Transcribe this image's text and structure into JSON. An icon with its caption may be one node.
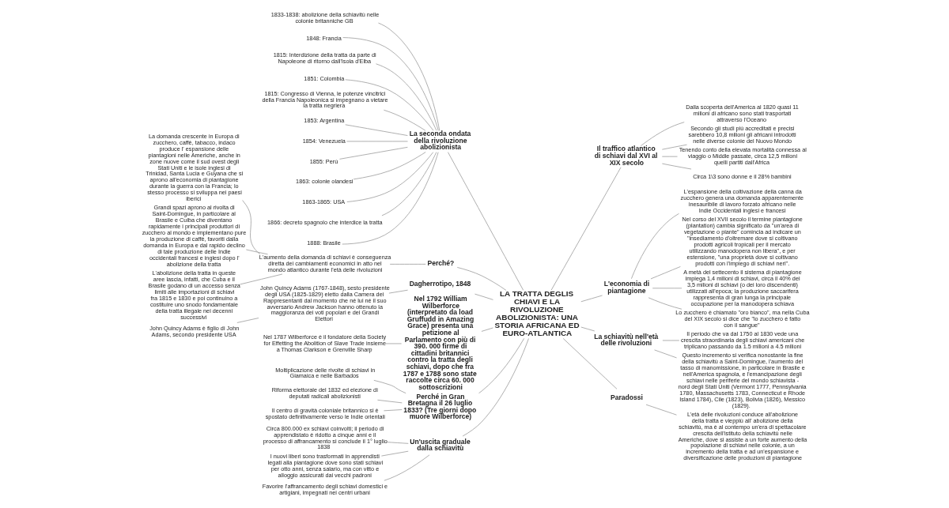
{
  "diagram": {
    "nodes": [
      {
        "text": [
          "LA TRATTA DEGLIS CHIAVI E LA RIVOLUZIONE ABOLIZIONISTA: UNA STORIA AFRICANA ED EURO-ATLANTICA"
        ]
      },
      {
        "text": [
          "La seconda ondata della rivoluzione abolizionista"
        ]
      },
      {
        "text": [
          "1833-1838: abolizione della schiavitù nelle colonie britanniche GB"
        ]
      },
      {
        "text": [
          "1848: Francia"
        ]
      },
      {
        "text": [
          "1815: Interdizione della tratta da parte di Napoleone di ritorno dall'Isola d'Elba"
        ]
      },
      {
        "text": [
          "1851: Colombia"
        ]
      },
      {
        "text": [
          "1815: Congresso di Vienna, le potenze vincitrici della Francia Napoleonica si impegnano a vietare la tratta negriera"
        ]
      },
      {
        "text": [
          "1853: Argentina"
        ]
      },
      {
        "text": [
          "1854: Venezuela"
        ]
      },
      {
        "text": [
          "1855: Perù"
        ]
      },
      {
        "text": [
          "1863: colonie olandesi"
        ]
      },
      {
        "text": [
          "1863-1865: USA"
        ]
      },
      {
        "text": [
          "1866: decreto spagnolo che interdice la tratta"
        ]
      },
      {
        "text": [
          "1888: Brasile"
        ]
      },
      {
        "text": [
          "Il traffico atlantico di schiavi dal XVI al XIX secolo"
        ]
      },
      {
        "text": [
          "Dalla scoperta dell'America al 1820 quasi 11 milioni di africano sono stati trasportati attraverso l'Oceano"
        ]
      },
      {
        "text": [
          "Secondo gli studi più accreditati e precisi sarebbero 10,8 milioni gli africani introdotti nelle diverse colonie del Nuovo Mondo"
        ]
      },
      {
        "text": [
          "Tenendo conto della elevata mortalità connessa al viaggio o Middle passate, circa 12,5 milioni quelli partiti dall'Africa"
        ]
      },
      {
        "text": [
          "Circa 1\\3 sono donne e il 28% bambini"
        ]
      },
      {
        "text": [
          "L'economia di piantagione"
        ]
      },
      {
        "text": [
          "L'espansione della coltivazione della canna da zucchero genera una domanda apparentemente inesauribile di lavoro forzato africano nelle Indie Occidentali inglesi e francesi"
        ]
      },
      {
        "text": [
          "Nel corso del XVII secolo il termine piantagione (plantation) cambia significato da \"un'area di vegetazione o piante\" comincia ad indicare un \"insediamento d'oltremare dove si coltivano prodotti agricoli tropicali per il mercato utilizzando manodopera non libera\", e per estensione, \"una proprietà dove si coltivano prodotti con l'impiego di schiavi neri\"."
        ]
      },
      {
        "text": [
          "A metà del settecento il sistema di piantagione impiega 1,4 milioni di schiavi, circa il 40% dei 3,5 milioni di schiavi (o dei loro discendenti) utilizzati all'epoca; la produzione saccarifera rappresenta di gran lunga la principale occupazione per la manodopera schiava"
        ]
      },
      {
        "text": [
          "Lo zucchero è chiamato \"oro bianco\", ma nella Cuba del XIX secolo si dice che \"lo zucchero è fatto con il sangue\""
        ]
      },
      {
        "text": [
          "La schiavitù nell'età delle rivoluzioni"
        ]
      },
      {
        "text": [
          "Il periodo che va dal 1750 al 1830 vede una crescita straordinaria degli schiavi americani che triplicano passando da 1.5 milioni a 4.5 milioni"
        ]
      },
      {
        "text": [
          "Questo incremento si verifica nonostante la fine della schiavitù a Saint-Domingue, l'aumento del tasso di manomissione, in particolare in Brasile e nell'America spagnola, e l'emancipazione degli schiavi nelle periferie del mondo schiavista - nord degli Stati Uniti (Vermont 1777, Pennsylvania 1780, Massachusetts 1783, Connecticut e Rhode Island 1784), Cile (1823), Bolivia (1826), Messico (1829)."
        ]
      },
      {
        "text": [
          "Perché?"
        ]
      },
      {
        "text": [
          "L'aumento della domanda di schiavi è conseguenza diretta dei cambiamenti economici in atto nel mondo atlantico durante l'età delle rivoluzioni"
        ]
      },
      {
        "text": [
          "La domanda crescente in Europa di zucchero, caffè, tabacco, indaco produce l' espansione delle piantagioni nelle Americhe, anche in zone nuove come il sud ovest degli Stati Uniti e le isole inglesi di Trinidad, Santa Lucia e Guyana che si aprono all'economia di piantagione durante la guerra con la Francia; lo stesso processo si sviluppa nei paesi iberici"
        ]
      },
      {
        "text": [
          "Grandi spazi aprono al rivolta di Saint-Domingue, in particolare al Brasile e Cuiba che diventano rapidamente i principali produttori di zucchero al mondo e implementano pure la produzione di caffè, favoriti dalla domanda in Europa e dal rapido declino di tale produzione delle Indie occidentali francesi e inglesi dopo l' abolizione della tratta"
        ]
      },
      {
        "text": [
          "L'abolizione della tratta in queste aree lascia, infatti, che Cuba e il Brasile godano di un accesso senza limiti alle importazioni di schiavi fra 1815 e 1830 e poi continuino a costituire uno snodo fondamentale della tratta illegale nei decenni successivi"
        ]
      },
      {
        "text": [
          "Paradossi"
        ]
      },
      {
        "text": [
          "L'età delle rivoluzioni conduce all'abolizione della tratta e vieppiù all' abolizione della schiavitù, ma è al contempo un'era di spettacolare crescita dell'istituto della schiavitù nelle Americhe, dove si assiste a un forte aumento della popolazione di schiavi nelle colonie, a un incremento della tratta e ad un'espansione e diversificazione delle produzioni di piantagione"
        ]
      },
      {
        "text": [
          "Dagherrotipo, 1848"
        ]
      },
      {
        "text": [
          "John Quincy Adams (1767-1848), sesto presidente degli USA (1825-1829) eletto dalla Camera dei Rappresentanti dal momento che né lui né il suo avversario Andrew Jackson hanno ottenuto la maggioranza dei voti popolari e dei Grandi Elettori"
        ]
      },
      {
        "text": [
          "John Quincy Adams è figlio di John Adams, secondo presidente USA"
        ]
      },
      {
        "text": [
          "Nel 1792 William Wilberforce (interpretato da load Gruffudd in Amazing Grace) presenta una petizione al Parlamento con più di 390. 000 firme di cittadini britannici contro la tratta degli schiavi, dopo che fra 1787 e 1788 sono state raccolte circa 60. 000 sottoscrizioni"
        ]
      },
      {
        "text": [
          "Nel 1787 Wilberforce è il fondatore della Society for Effetting the Abolition of Slave Trade insieme a Thomas Clarkson e Grenville Sharp"
        ]
      },
      {
        "text": [
          "Perché in Gran Bretagna il 26 luglio 1833? (Tre giorni dopo muore Wilberforce)"
        ]
      },
      {
        "text": [
          "Moltiplicazione delle rivolte di schiavi in Giamaica e nelle Barbados"
        ]
      },
      {
        "text": [
          "Riforma elettorale del 1832 ed elezione di deputati radicali abolizionisti"
        ]
      },
      {
        "text": [
          "Il centro di gravità coloniale britannico si è spostato definitivamente verso le Indie orientali"
        ]
      },
      {
        "text": [
          "Un'uscita graduale dalla schiavitù"
        ]
      },
      {
        "text": [
          "Circa 800.000 ex schiavi coinvolti; il periodo di apprendistato è ridotto a cinque anni e il processo di affrancamento si conclude il 1° luglio 1838"
        ]
      },
      {
        "text": [
          "I nuovi liberi sono trasformati in apprendisti legati alla piantagione dove sono stati schiavi per otto anni, senza salario, ma con vitto e alloggio assicurati dai vecchi padroni"
        ]
      },
      {
        "text": [
          "Favorire l'affrancamento degli schiavi domestici e artigiani, impegnati nei centri urbani"
        ]
      }
    ],
    "edges": [
      {
        "from": 1,
        "to": 0,
        "arrow": "none"
      },
      {
        "from": 2,
        "to": 1,
        "arrow": "none"
      },
      {
        "from": 3,
        "to": 1,
        "arrow": "none"
      },
      {
        "from": 4,
        "to": 1,
        "arrow": "none"
      },
      {
        "from": 5,
        "to": 1,
        "arrow": "none"
      },
      {
        "from": 6,
        "to": 1,
        "arrow": "none"
      },
      {
        "from": 7,
        "to": 1,
        "arrow": "none"
      },
      {
        "from": 8,
        "to": 1,
        "arrow": "none"
      },
      {
        "from": 9,
        "to": 1,
        "arrow": "none"
      },
      {
        "from": 10,
        "to": 1,
        "arrow": "none"
      },
      {
        "from": 11,
        "to": 1,
        "arrow": "none"
      },
      {
        "from": 12,
        "to": 1,
        "arrow": "none"
      },
      {
        "from": 13,
        "to": 1,
        "arrow": "none"
      },
      {
        "from": 0,
        "to": 14,
        "arrow": "none"
      },
      {
        "from": 14,
        "to": 15,
        "arrow": "none"
      },
      {
        "from": 14,
        "to": 16,
        "arrow": "none"
      },
      {
        "from": 14,
        "to": 17,
        "arrow": "none"
      },
      {
        "from": 14,
        "to": 18,
        "arrow": "none"
      },
      {
        "from": 0,
        "to": 19,
        "arrow": "none"
      },
      {
        "from": 19,
        "to": 20,
        "arrow": "none"
      },
      {
        "from": 19,
        "to": 21,
        "arrow": "none"
      },
      {
        "from": 19,
        "to": 22,
        "arrow": "none"
      },
      {
        "from": 19,
        "to": 23,
        "arrow": "none"
      },
      {
        "from": 0,
        "to": 24,
        "arrow": "none"
      },
      {
        "from": 24,
        "to": 25,
        "arrow": "none"
      },
      {
        "from": 24,
        "to": 26,
        "arrow": "none"
      },
      {
        "from": 27,
        "to": 0,
        "arrow": "none"
      },
      {
        "from": 28,
        "to": 27,
        "arrow": "none"
      },
      {
        "from": 29,
        "to": 28,
        "arrow": "none"
      },
      {
        "from": 30,
        "to": 28,
        "arrow": "none"
      },
      {
        "from": 31,
        "to": 28,
        "arrow": "none"
      },
      {
        "from": 0,
        "to": 32,
        "arrow": "none"
      },
      {
        "from": 32,
        "to": 33,
        "arrow": "none"
      },
      {
        "from": 34,
        "to": 0,
        "arrow": "none"
      },
      {
        "from": 35,
        "to": 34,
        "arrow": "none"
      },
      {
        "from": 36,
        "to": 35,
        "arrow": "none"
      },
      {
        "from": 37,
        "to": 0,
        "arrow": "none"
      },
      {
        "from": 38,
        "to": 37,
        "arrow": "none"
      },
      {
        "from": 39,
        "to": 0,
        "arrow": "none"
      },
      {
        "from": 40,
        "to": 39,
        "arrow": "none"
      },
      {
        "from": 41,
        "to": 39,
        "arrow": "none"
      },
      {
        "from": 42,
        "to": 39,
        "arrow": "none"
      },
      {
        "from": 43,
        "to": 0,
        "arrow": "none"
      },
      {
        "from": 44,
        "to": 43,
        "arrow": "none"
      },
      {
        "from": 45,
        "to": 43,
        "arrow": "none"
      },
      {
        "from": 46,
        "to": 43,
        "arrow": "none"
      }
    ]
  }
}
